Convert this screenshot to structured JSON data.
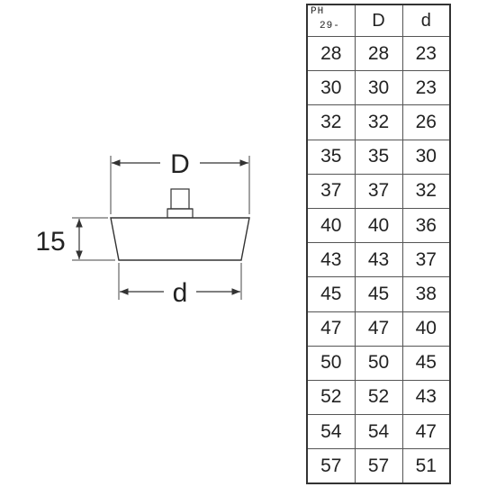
{
  "drawing": {
    "top_dim_label": "D",
    "bottom_dim_label": "d",
    "height_dim_label": "15"
  },
  "table": {
    "header_ph_line1": "PH",
    "header_ph_line2": "29-",
    "header_D": "D",
    "header_d": "d",
    "rows": [
      {
        "ph": "28",
        "D": "28",
        "d": "23"
      },
      {
        "ph": "30",
        "D": "30",
        "d": "23"
      },
      {
        "ph": "32",
        "D": "32",
        "d": "26"
      },
      {
        "ph": "35",
        "D": "35",
        "d": "30"
      },
      {
        "ph": "37",
        "D": "37",
        "d": "32"
      },
      {
        "ph": "40",
        "D": "40",
        "d": "36"
      },
      {
        "ph": "43",
        "D": "43",
        "d": "37"
      },
      {
        "ph": "45",
        "D": "45",
        "d": "38"
      },
      {
        "ph": "47",
        "D": "47",
        "d": "40"
      },
      {
        "ph": "50",
        "D": "50",
        "d": "45"
      },
      {
        "ph": "52",
        "D": "52",
        "d": "43"
      },
      {
        "ph": "54",
        "D": "54",
        "d": "47"
      },
      {
        "ph": "57",
        "D": "57",
        "d": "51"
      }
    ]
  }
}
